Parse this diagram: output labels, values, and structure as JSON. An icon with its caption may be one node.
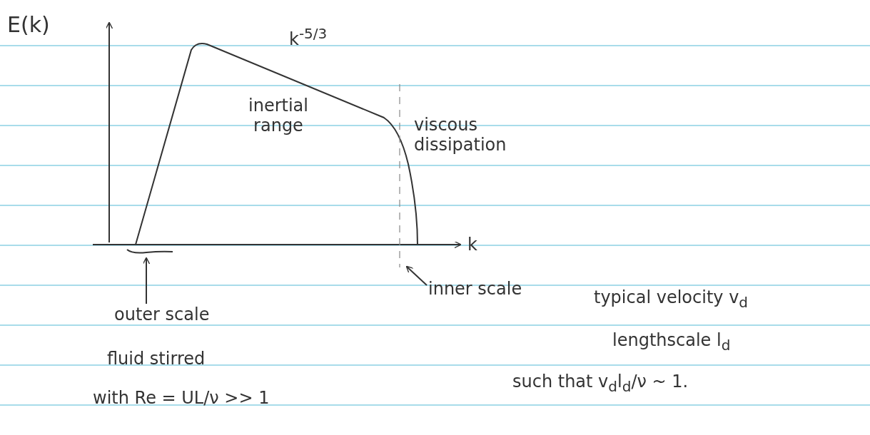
{
  "diagram": {
    "nodes": [
      {
        "text": [
          "outer scale"
        ]
      },
      {
        "text": [
          "inner scale"
        ]
      }
    ],
    "edges": [
      {
        "from": 0,
        "to": null,
        "arrow": "to"
      },
      {
        "from": 1,
        "to": null,
        "arrow": "to"
      }
    ],
    "labels": [
      "E(k)",
      "k$^{-5/3}$",
      "inertial range",
      "viscous dissipation",
      "k",
      "fluid stirred",
      "with Re = UL/ν >> 1",
      "typical velocity v$_{d}$",
      "lengthscale l$_{d}$",
      "such that v$_{d}$l$_{d}$/ν ~ 1."
    ]
  }
}
